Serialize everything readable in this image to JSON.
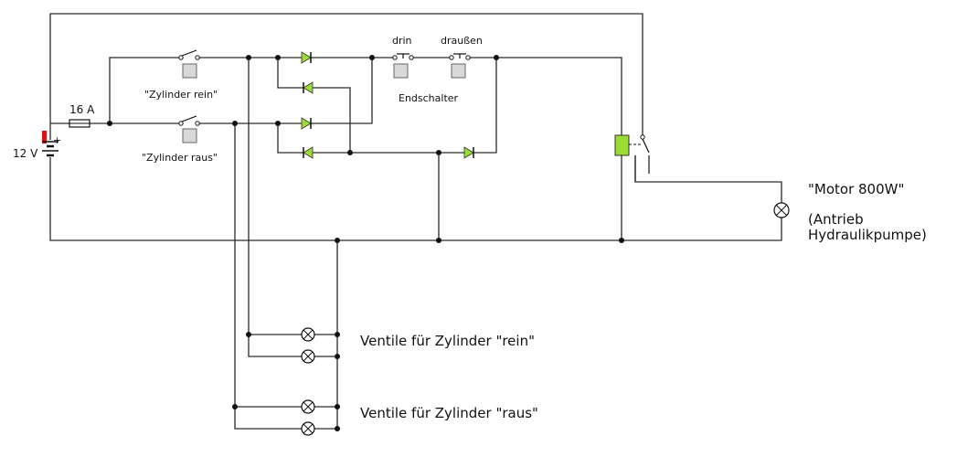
{
  "voltage_label": "12 V",
  "battery_plus": "+",
  "fuse_label": "16 A",
  "switch_in_label": "\"Zylinder rein\"",
  "switch_out_label": "\"Zylinder raus\"",
  "limit_in_label": "drin",
  "limit_out_label": "draußen",
  "limit_group_label": "Endschalter",
  "motor_label": "\"Motor 800W\"",
  "motor_note_line1": "(Antrieb",
  "motor_note_line2": "Hydraulikpumpe)",
  "valves_in_label": "Ventile für Zylinder \"rein\"",
  "valves_out_label": "Ventile für Zylinder \"raus\"",
  "colors": {
    "diode": "#99dd33",
    "relay_coil": "#99dd33",
    "battery_pole": "#dd1111",
    "switch_button": "#d8d8d8"
  }
}
